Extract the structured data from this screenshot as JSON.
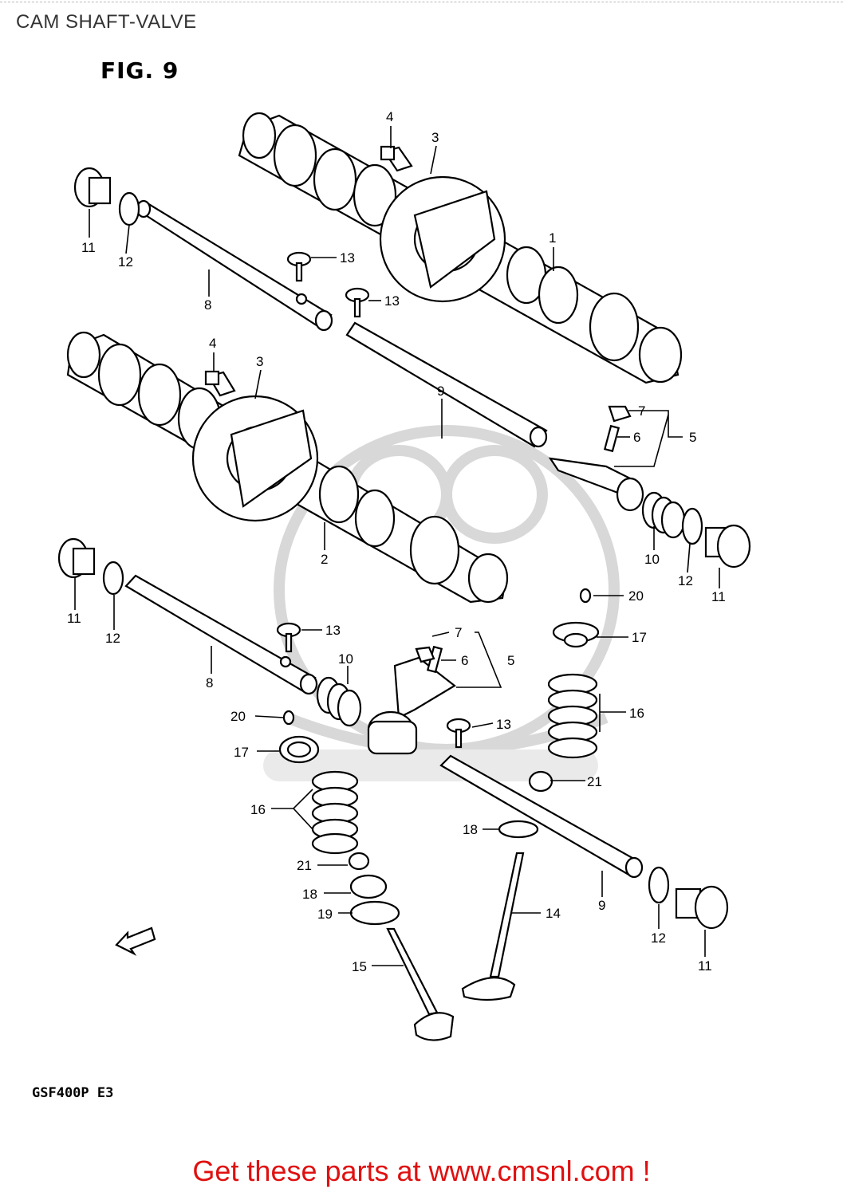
{
  "page": {
    "title": "CAM SHAFT-VALVE",
    "figure_label": "FIG. 9",
    "model_code": "GSF400P E3",
    "cta": "Get these parts at www.cmsnl.com !"
  },
  "icons": {
    "forward_arrow": "fwd-arrow-icon",
    "watermark": "cms-watermark-logo"
  },
  "callouts": [
    {
      "id": "c4a",
      "text": "4"
    },
    {
      "id": "c3a",
      "text": "3"
    },
    {
      "id": "c11a",
      "text": "11"
    },
    {
      "id": "c12a",
      "text": "12"
    },
    {
      "id": "c13a",
      "text": "13"
    },
    {
      "id": "c1",
      "text": "1"
    },
    {
      "id": "c8a",
      "text": "8"
    },
    {
      "id": "c13b",
      "text": "13"
    },
    {
      "id": "c4b",
      "text": "4"
    },
    {
      "id": "c3b",
      "text": "3"
    },
    {
      "id": "c9a",
      "text": "9"
    },
    {
      "id": "c7a",
      "text": "7"
    },
    {
      "id": "c6a",
      "text": "6"
    },
    {
      "id": "c5a",
      "text": "5"
    },
    {
      "id": "c2",
      "text": "2"
    },
    {
      "id": "c10a",
      "text": "10"
    },
    {
      "id": "c12b",
      "text": "12"
    },
    {
      "id": "c11b",
      "text": "11"
    },
    {
      "id": "c20a",
      "text": "20"
    },
    {
      "id": "c11c",
      "text": "11"
    },
    {
      "id": "c12c",
      "text": "12"
    },
    {
      "id": "c13c",
      "text": "13"
    },
    {
      "id": "c7b",
      "text": "7"
    },
    {
      "id": "c17a",
      "text": "17"
    },
    {
      "id": "c10b",
      "text": "10"
    },
    {
      "id": "c6b",
      "text": "6"
    },
    {
      "id": "c5b",
      "text": "5"
    },
    {
      "id": "c8b",
      "text": "8"
    },
    {
      "id": "c16a",
      "text": "16"
    },
    {
      "id": "c20b",
      "text": "20"
    },
    {
      "id": "c13d",
      "text": "13"
    },
    {
      "id": "c17b",
      "text": "17"
    },
    {
      "id": "c21a",
      "text": "21"
    },
    {
      "id": "c16b",
      "text": "16"
    },
    {
      "id": "c18a",
      "text": "18"
    },
    {
      "id": "c21b",
      "text": "21"
    },
    {
      "id": "c18b",
      "text": "18"
    },
    {
      "id": "c9b",
      "text": "9"
    },
    {
      "id": "c19",
      "text": "19"
    },
    {
      "id": "c14",
      "text": "14"
    },
    {
      "id": "c12d",
      "text": "12"
    },
    {
      "id": "c15",
      "text": "15"
    },
    {
      "id": "c11d",
      "text": "11"
    }
  ]
}
